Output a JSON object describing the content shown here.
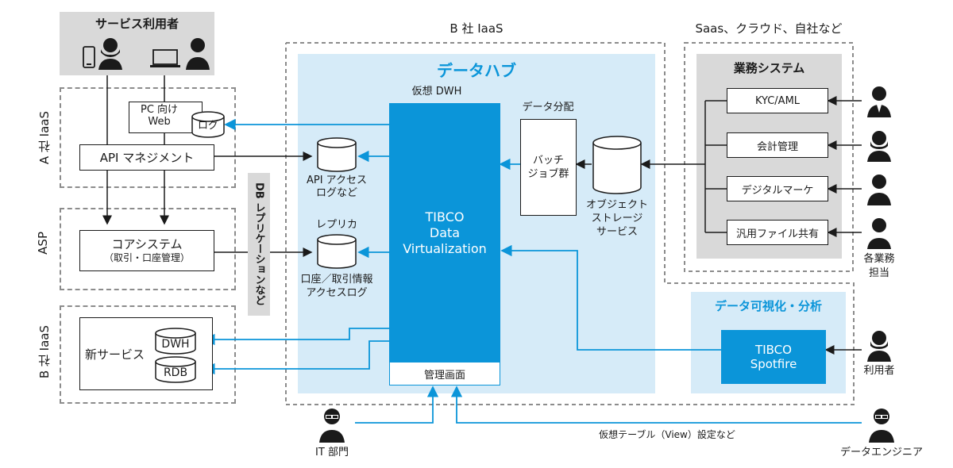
{
  "service_users": {
    "title": "サービス利用者"
  },
  "zones": {
    "a_iaas": "A 社 IaaS",
    "asp": "ASP",
    "b_iaas_left": "B 社 IaaS",
    "b_iaas_top": "B 社 IaaS",
    "saas": "Saas、クラウド、自社など"
  },
  "left": {
    "pc_web": "PC 向け\nWeb",
    "log": "ログ",
    "api_mgmt": "API マネジメント",
    "core_system": "コアシステム",
    "core_system_sub": "（取引・口座管理）",
    "new_service": "新サービス",
    "dwh": "DWH",
    "rdb": "RDB",
    "db_replication": "DB レプリケーションなど"
  },
  "hub": {
    "title": "データハブ",
    "virtual_dwh": "仮想 DWH",
    "tibco_dv": "TIBCO\nData\nVirtualization",
    "admin": "管理画面",
    "api_access": "API アクセス\nログなど",
    "replica": "レプリカ",
    "account_log": "口座／取引情報\nアクセスログ",
    "data_dist": "データ分配",
    "batch": "バッチ\nジョブ群",
    "object_storage": "オブジェクト\nストレージ\nサービス"
  },
  "business": {
    "title": "業務システム",
    "items": [
      "KYC/AML",
      "会計管理",
      "デジタルマーケ",
      "汎用ファイル共有"
    ],
    "staff": "各業務\n担当"
  },
  "analytics": {
    "title": "データ可視化・分析",
    "spotfire": "TIBCO\nSpotfire",
    "user": "利用者"
  },
  "bottom": {
    "it_dept": "IT 部門",
    "data_engineer": "データエンジニア",
    "view_setting": "仮想テーブル（View）設定など"
  },
  "colors": {
    "blue": "#0b95d9",
    "light_blue": "#d6ebf8",
    "gray": "#d9d9d9",
    "dark": "#1a1a1a"
  }
}
